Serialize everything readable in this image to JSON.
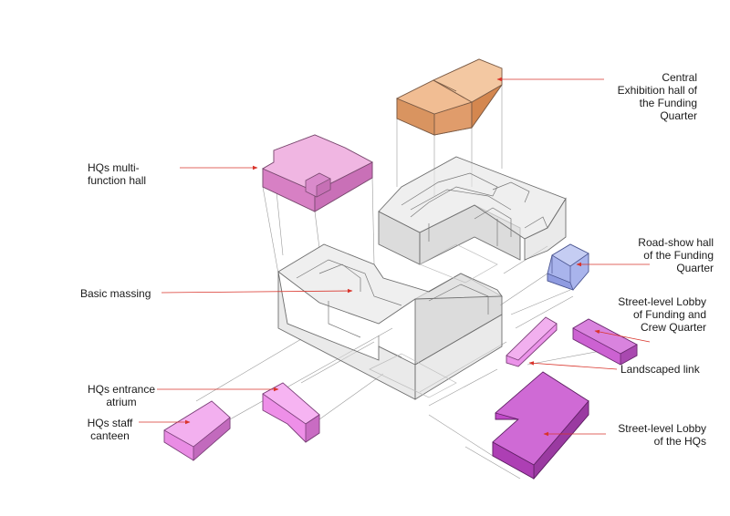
{
  "labels": {
    "central_exhibition": [
      "Central",
      "Exhibition hall of",
      "the Funding",
      "Quarter"
    ],
    "hqs_multi_function": [
      "HQs multi-",
      "function hall"
    ],
    "road_show": [
      "Road-show hall",
      "of the Funding",
      "Quarter"
    ],
    "basic_massing": [
      "Basic massing"
    ],
    "street_lobby_funding": [
      "Street-level Lobby",
      "of Funding and",
      "Crew Quarter"
    ],
    "landscaped_link": [
      "Landscaped link"
    ],
    "hqs_entrance": [
      "HQs entrance",
      "atrium"
    ],
    "hqs_staff_canteen": [
      "HQs staff",
      "canteen"
    ],
    "street_lobby_hqs": [
      "Street-level Lobby",
      "of the HQs"
    ]
  },
  "colors": {
    "exhibition": "#e8a779",
    "multi_function": "#e79ad4",
    "road_show": "#a9b4ec",
    "lobby_funding": "#cc62d2",
    "landscaped_link": "#eb93e9",
    "entrance_atrium": "#ee8fe8",
    "staff_canteen": "#e98ce4",
    "lobby_hqs": "#c049c8",
    "massing": "#d6d6d6",
    "leader": "#d9342b"
  }
}
